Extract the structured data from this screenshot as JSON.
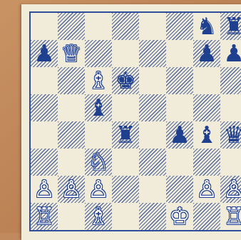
{
  "colors": {
    "ink": "#1f3f8f",
    "paper": "#f1ecda",
    "table": "#c08a5e"
  },
  "board": {
    "files": [
      "a",
      "b",
      "c",
      "d",
      "e",
      "f",
      "g",
      "h"
    ],
    "ranks": [
      8,
      7,
      6,
      5,
      4,
      3,
      2,
      1
    ],
    "light_square_a8": true,
    "pieces": [
      {
        "square": "g8",
        "type": "knight",
        "color": "black",
        "glyph": "♞"
      },
      {
        "square": "h8",
        "type": "rook",
        "color": "black",
        "glyph": "♜"
      },
      {
        "square": "a7",
        "type": "pawn",
        "color": "black",
        "glyph": "♟"
      },
      {
        "square": "b7",
        "type": "queen",
        "color": "white",
        "glyph": "♕"
      },
      {
        "square": "g7",
        "type": "pawn",
        "color": "black",
        "glyph": "♟"
      },
      {
        "square": "h7",
        "type": "pawn",
        "color": "black",
        "glyph": "♟"
      },
      {
        "square": "c6",
        "type": "bishop",
        "color": "white",
        "glyph": "♗"
      },
      {
        "square": "d6",
        "type": "king",
        "color": "black",
        "glyph": "♚"
      },
      {
        "square": "c5",
        "type": "bishop",
        "color": "black",
        "glyph": "♝"
      },
      {
        "square": "d4",
        "type": "rook",
        "color": "black",
        "glyph": "♜"
      },
      {
        "square": "f4",
        "type": "pawn",
        "color": "black",
        "glyph": "♟"
      },
      {
        "square": "g4",
        "type": "bishop",
        "color": "black",
        "glyph": "♝"
      },
      {
        "square": "h4",
        "type": "queen",
        "color": "black",
        "glyph": "♛"
      },
      {
        "square": "c3",
        "type": "knight",
        "color": "white",
        "glyph": "♘"
      },
      {
        "square": "a2",
        "type": "pawn",
        "color": "white",
        "glyph": "♙"
      },
      {
        "square": "b2",
        "type": "pawn",
        "color": "white",
        "glyph": "♙"
      },
      {
        "square": "c2",
        "type": "pawn",
        "color": "white",
        "glyph": "♙"
      },
      {
        "square": "g2",
        "type": "pawn",
        "color": "white",
        "glyph": "♙"
      },
      {
        "square": "h2",
        "type": "pawn",
        "color": "white",
        "glyph": "♙"
      },
      {
        "square": "a1",
        "type": "rook",
        "color": "white",
        "glyph": "♖"
      },
      {
        "square": "c1",
        "type": "bishop",
        "color": "white",
        "glyph": "♗"
      },
      {
        "square": "f1",
        "type": "king",
        "color": "white",
        "glyph": "♔"
      },
      {
        "square": "h1",
        "type": "rook",
        "color": "white",
        "glyph": "♖"
      }
    ]
  }
}
